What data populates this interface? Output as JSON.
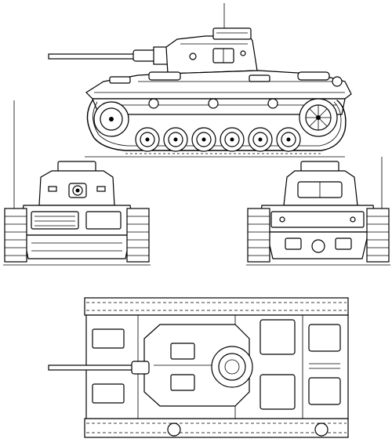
{
  "drawing": {
    "subject": "tank-blueprint",
    "line_color": "#000000",
    "background": "#ffffff",
    "views": [
      {
        "key": "side",
        "name": "side-view"
      },
      {
        "key": "front",
        "name": "front-view"
      },
      {
        "key": "rear",
        "name": "rear-view"
      },
      {
        "key": "top",
        "name": "top-view"
      }
    ]
  }
}
